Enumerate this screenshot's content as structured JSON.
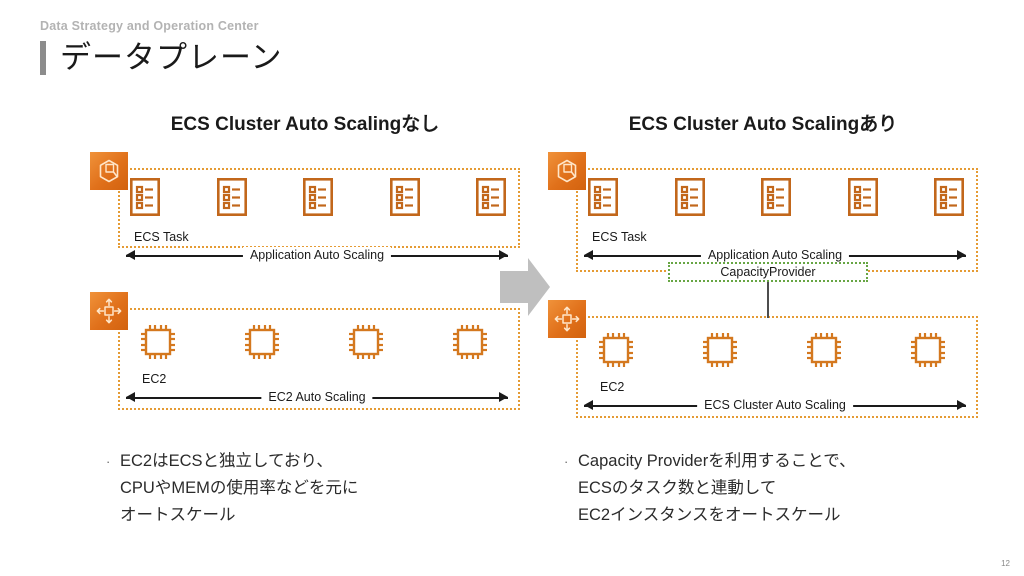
{
  "header": {
    "eyebrow": "Data Strategy and Operation Center",
    "title": "データプレーン"
  },
  "colors": {
    "aws_orange": "#e0701a",
    "dotted_orange": "#e59b34",
    "capacity_green": "#67a644",
    "arrow_gray": "#bfbfbf",
    "accent_bar": "#8c8c8c",
    "eyebrow_gray": "#b3b3b3"
  },
  "left_panel": {
    "heading": "ECS Cluster Auto Scalingなし",
    "top_group": {
      "badge_icon": "ecs-service-icon",
      "item_icon": "ecs-task-icon",
      "item_count": 5,
      "item_label": "ECS Task",
      "measure_label": "Application Auto Scaling"
    },
    "bottom_group": {
      "badge_icon": "ec2-auto-scaling-icon",
      "item_icon": "ec2-instance-icon",
      "item_count": 4,
      "item_label": "EC2",
      "measure_label": "EC2 Auto Scaling"
    },
    "bullet_dot": "·",
    "bullet_text": "EC2はECSと独立しており、\nCPUやMEMの使用率などを元に\nオートスケール"
  },
  "right_panel": {
    "heading": "ECS Cluster Auto Scalingあり",
    "top_group": {
      "badge_icon": "ecs-service-icon",
      "item_icon": "ecs-task-icon",
      "item_count": 5,
      "item_label": "ECS Task",
      "measure_label": "Application Auto Scaling"
    },
    "capacity_provider_label": "CapacityProvider",
    "bottom_group": {
      "badge_icon": "ec2-auto-scaling-icon",
      "item_icon": "ec2-instance-icon",
      "item_count": 4,
      "item_label": "EC2",
      "measure_label": "ECS Cluster Auto Scaling"
    },
    "bullet_dot": "·",
    "bullet_text": "Capacity Providerを利用することで、\nECSのタスク数と連動して\nEC2インスタンスをオートスケール"
  },
  "transition": {
    "icon": "right-block-arrow-icon"
  },
  "footer": {
    "page_number": "12"
  }
}
